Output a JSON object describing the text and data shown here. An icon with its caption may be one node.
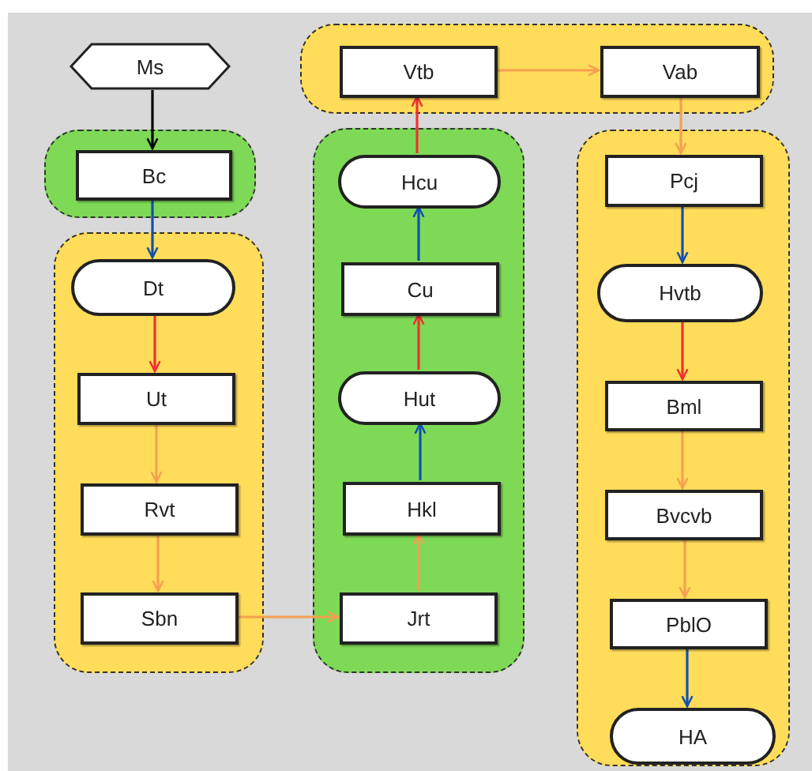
{
  "diagram": {
    "nodes": [
      {
        "text": [
          "Ms"
        ]
      },
      {
        "text": [],
        "shape": "box"
      },
      {
        "text": [
          "Bc"
        ],
        "in": 1
      },
      {
        "text": [],
        "shape": "box"
      },
      {
        "text": [
          "Dt"
        ],
        "in": 3
      },
      {
        "text": [
          "Ut"
        ],
        "in": 3
      },
      {
        "text": [
          "Rvt"
        ],
        "in": 3
      },
      {
        "text": [
          "Sbn"
        ],
        "in": 3
      },
      {
        "text": [],
        "shape": "box"
      },
      {
        "text": [
          "Jrt"
        ],
        "in": 8
      },
      {
        "text": [
          "Hkl"
        ],
        "in": 8
      },
      {
        "text": [
          "Hut"
        ],
        "in": 8
      },
      {
        "text": [
          "Cu"
        ],
        "in": 8
      },
      {
        "text": [
          "Hcu"
        ],
        "in": 8
      },
      {
        "text": [],
        "shape": "box"
      },
      {
        "text": [
          "Vtb"
        ],
        "in": 14
      },
      {
        "text": [
          "Vab"
        ],
        "in": 14
      },
      {
        "text": [],
        "shape": "box"
      },
      {
        "text": [
          "Pcj"
        ],
        "in": 17
      },
      {
        "text": [
          "Hvtb"
        ],
        "in": 17
      },
      {
        "text": [
          "Bml"
        ],
        "in": 17
      },
      {
        "text": [
          "Bvcvb"
        ],
        "in": 17
      },
      {
        "text": [
          "PblO"
        ],
        "in": 17
      },
      {
        "text": [
          "HA"
        ],
        "in": 17
      }
    ],
    "edges": [
      {
        "from": 0,
        "to": 2,
        "arrow": "to",
        "color": "#000000"
      },
      {
        "from": 2,
        "to": 4,
        "arrow": "to",
        "color": "#1050b0"
      },
      {
        "from": 4,
        "to": 5,
        "arrow": "to",
        "color": "#f03030"
      },
      {
        "from": 5,
        "to": 6,
        "arrow": "to"
      },
      {
        "from": 6,
        "to": 7,
        "arrow": "to"
      },
      {
        "from": 7,
        "to": 9,
        "arrow": "to"
      },
      {
        "from": 9,
        "to": 10,
        "arrow": "to"
      },
      {
        "from": 10,
        "to": 11,
        "arrow": "to",
        "color": "#1050b0"
      },
      {
        "from": 11,
        "to": 12,
        "arrow": "to",
        "color": "#f03030"
      },
      {
        "from": 12,
        "to": 13,
        "arrow": "to",
        "color": "#1050b0"
      },
      {
        "from": 13,
        "to": 15,
        "arrow": "to",
        "color": "#f03030"
      },
      {
        "from": 15,
        "to": 16,
        "arrow": "to"
      },
      {
        "from": 16,
        "to": 18,
        "arrow": "to"
      },
      {
        "from": 18,
        "to": 19,
        "arrow": "to",
        "color": "#1050b0"
      },
      {
        "from": 19,
        "to": 20,
        "arrow": "to",
        "color": "#f03030"
      },
      {
        "from": 20,
        "to": 21,
        "arrow": "to"
      },
      {
        "from": 21,
        "to": 22,
        "arrow": "to"
      },
      {
        "from": 22,
        "to": 23,
        "arrow": "to",
        "color": "#1050b0"
      }
    ]
  }
}
